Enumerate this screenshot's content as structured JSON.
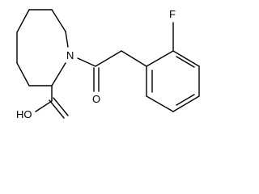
{
  "molecule": {
    "atoms": {
      "nitrogen": "N",
      "ketone_oxygen": "O",
      "fluorine": "F",
      "hydroxyl": "HO"
    },
    "colors": {
      "bond": "#000000",
      "background": "#ffffff"
    }
  }
}
